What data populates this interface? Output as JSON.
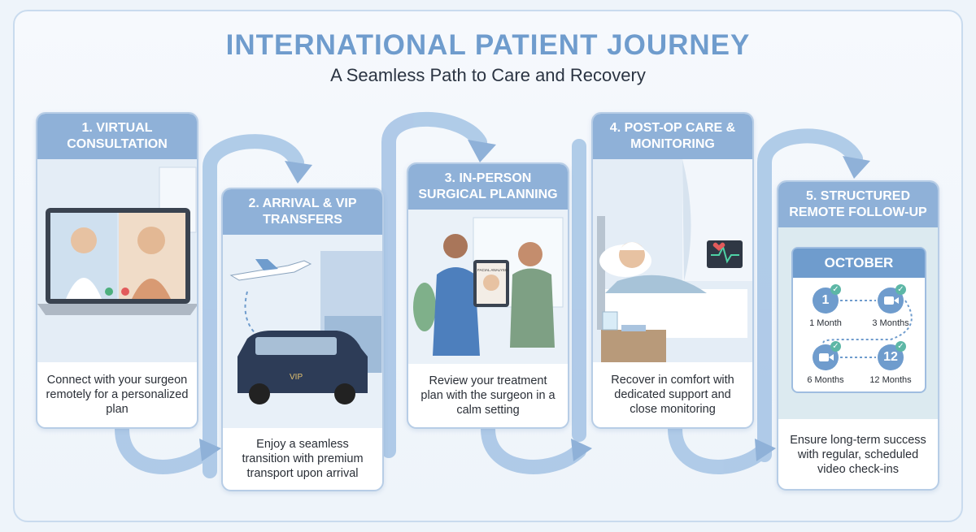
{
  "header": {
    "title": "INTERNATIONAL PATIENT JOURNEY",
    "subtitle": "A Seamless Path to Care and Recovery"
  },
  "steps": [
    {
      "title": "1. VIRTUAL CONSULTATION",
      "illustration": "laptop-video-call-icon",
      "description": "Connect with your surgeon remotely for a personalized plan"
    },
    {
      "title": "2. ARRIVAL & VIP TRANSFERS",
      "illustration": "airplane-van-icon",
      "description": "Enjoy a seamless transition with premium transport upon arrival",
      "badge": "VIP"
    },
    {
      "title": "3. IN-PERSON SURGICAL PLANNING",
      "illustration": "surgeon-tablet-icon",
      "description": "Review your treatment plan with the surgeon in a calm setting",
      "tablet_label": "FACIAL ANALYSIS"
    },
    {
      "title": "4. POST-OP CARE & MONITORING",
      "illustration": "hospital-bed-icon",
      "description": "Recover in comfort with dedicated support and close monitoring"
    },
    {
      "title": "5. STRUCTURED REMOTE FOLLOW-UP",
      "illustration": "calendar-icon",
      "description": "Ensure long-term success with regular, scheduled video check-ins",
      "calendar": {
        "month": "OCTOBER",
        "milestones": [
          {
            "badge": "1",
            "label": "1 Month"
          },
          {
            "badge": "video",
            "label": "3 Months"
          },
          {
            "badge": "video",
            "label": "6 Months"
          },
          {
            "badge": "12",
            "label": "12 Months"
          }
        ]
      }
    }
  ],
  "colors": {
    "accent": "#6f9ccd",
    "header": "#8fb1d8",
    "arrow": "#a9c6e6",
    "text": "#2a2f37"
  }
}
